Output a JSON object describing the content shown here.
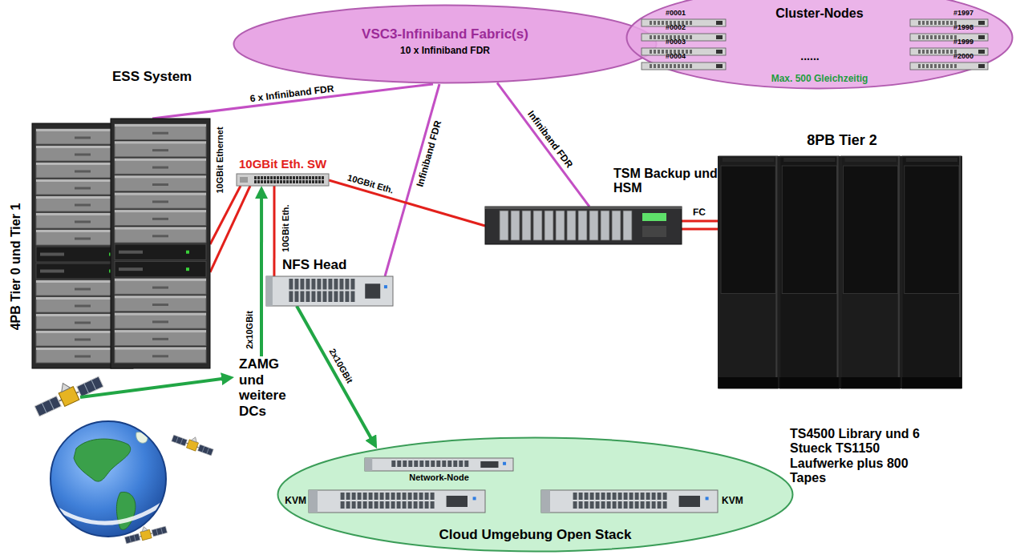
{
  "diagram": {
    "nodes": [
      {
        "text": [
          "VSC3-Infiniband Fabric(s)",
          "10 x Infiniband FDR"
        ]
      },
      {
        "text": [
          "Cluster-Nodes",
          "Max. 500 Gleichzeitig"
        ]
      },
      {
        "text": [
          "ESS System",
          "4PB Tier 0 und Tier 1"
        ]
      },
      {
        "text": [
          "10GBit Eth. SW"
        ]
      },
      {
        "text": [
          "NFS Head"
        ]
      },
      {
        "text": [
          "TSM Backup und HSM"
        ]
      },
      {
        "text": [
          "8PB Tier 2",
          "TS4500 Library und 6 Stueck TS1150 Laufwerke plus 800 Tapes"
        ]
      },
      {
        "text": [
          "ZAMG und weitere DCs"
        ]
      },
      {
        "text": [
          "Cloud Umgebung Open Stack"
        ]
      },
      {
        "text": [
          "Network-Node"
        ],
        "in": 8
      },
      {
        "text": [
          "KVM"
        ],
        "in": 8
      },
      {
        "text": [
          "KVM"
        ],
        "in": 8
      }
    ],
    "edges": [
      {
        "from": 2,
        "to": 0,
        "label": "6 x Infiniband FDR",
        "arrow": "none"
      },
      {
        "from": 2,
        "to": 3,
        "label": "10GBit Ethernet",
        "arrow": "none"
      },
      {
        "from": 2,
        "to": 3,
        "arrow": "none"
      },
      {
        "from": 0,
        "to": 4,
        "label": "Infiniband FDR",
        "arrow": "none"
      },
      {
        "from": 0,
        "to": 5,
        "label": "Infiniband FDR",
        "arrow": "none"
      },
      {
        "from": 3,
        "to": 5,
        "label": "10GBit Eth.",
        "arrow": "none"
      },
      {
        "from": 4,
        "to": 3,
        "label": "10GBit Eth.",
        "arrow": "none"
      },
      {
        "from": 7,
        "to": 3,
        "label": "2x10GBit",
        "arrow": "to"
      },
      {
        "from": 4,
        "to": 8,
        "label": "2x10GBit",
        "arrow": "to"
      },
      {
        "from": 5,
        "to": 6,
        "label": "FC",
        "arrow": "none"
      },
      {
        "from": 5,
        "to": 6,
        "arrow": "none"
      }
    ],
    "labels": [
      "#0001",
      "#1997",
      "#0002",
      "#1998",
      "#0003",
      "#1999",
      "#0004",
      "#2000",
      "......"
    ]
  }
}
